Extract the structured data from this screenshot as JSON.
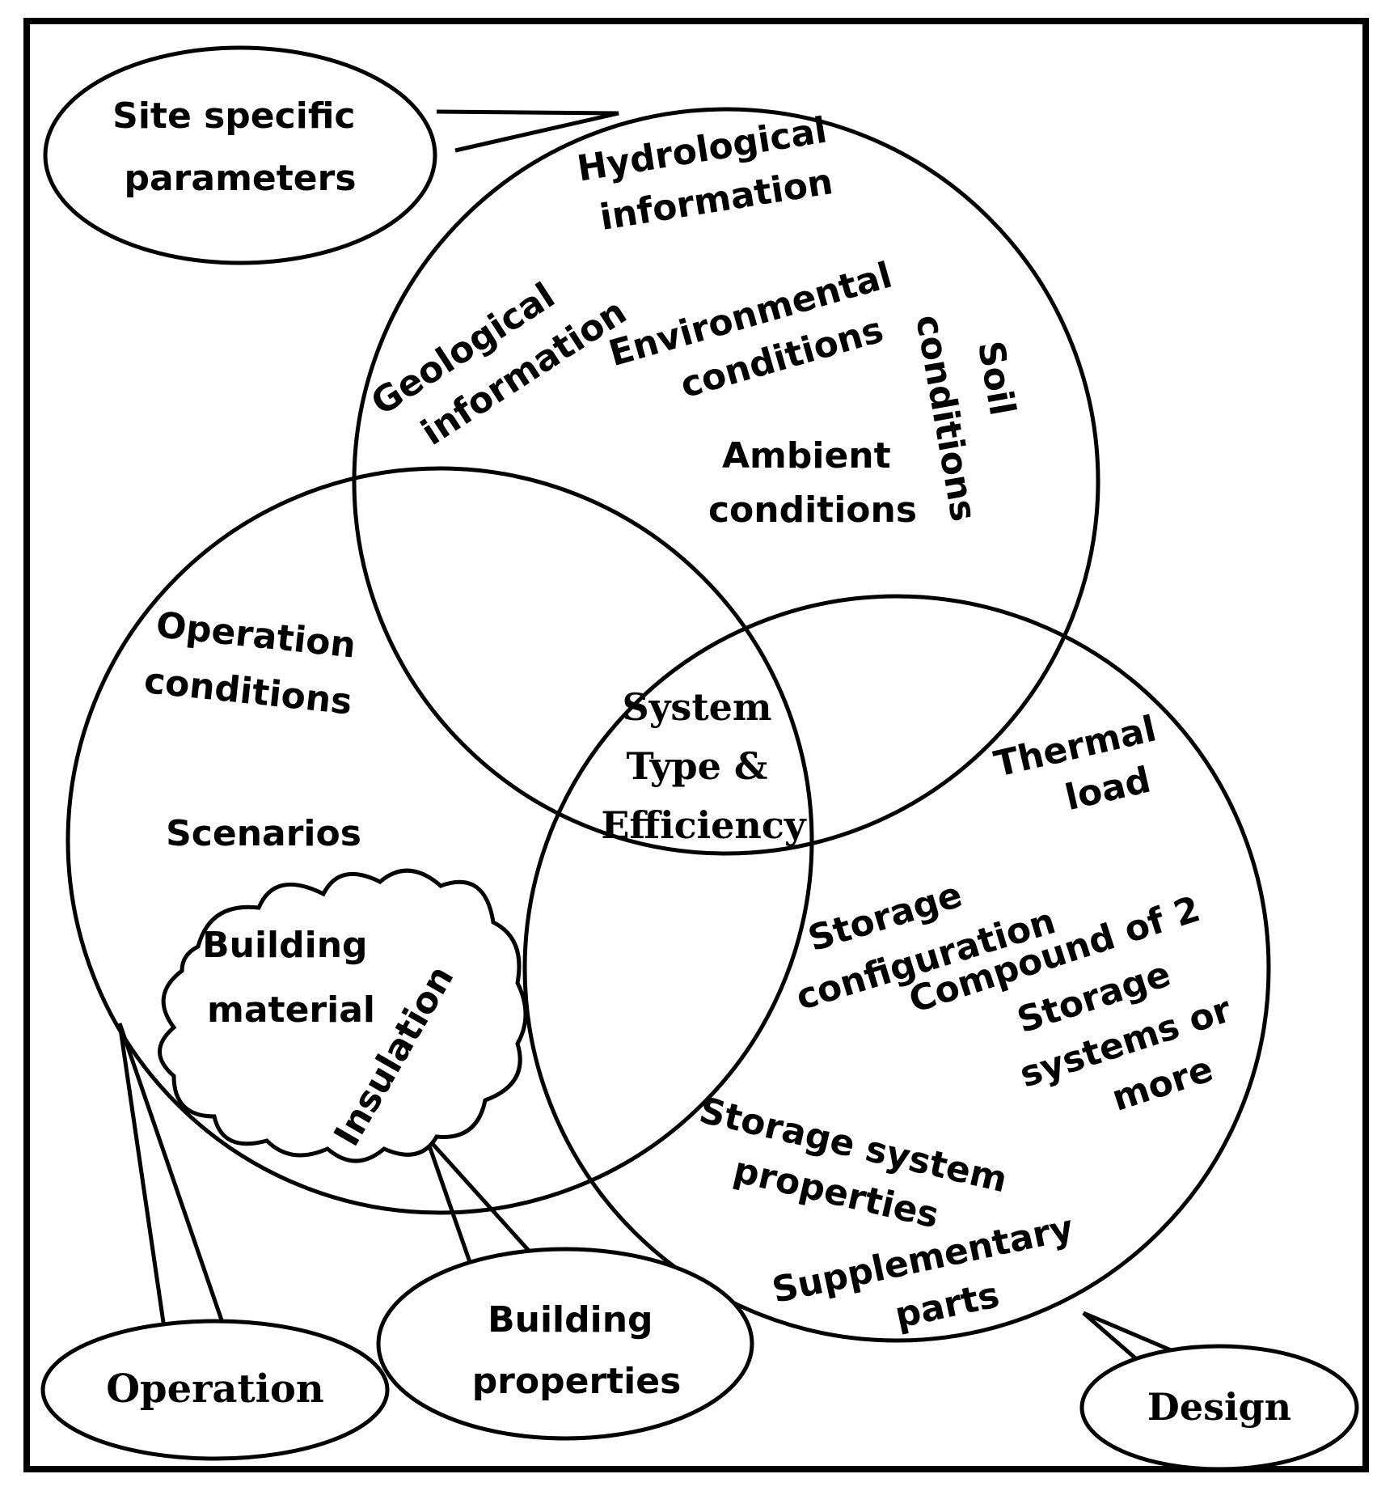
{
  "callouts": {
    "site_specific": [
      "Site specific",
      "parameters"
    ],
    "operation": "Operation",
    "building_properties": [
      "Building",
      "properties"
    ],
    "design": "Design"
  },
  "site_circle": {
    "hydrological": [
      "Hydrological",
      "information"
    ],
    "geological": [
      "Geological",
      "information"
    ],
    "environmental": [
      "Environmental",
      "conditions"
    ],
    "soil": [
      "Soil",
      "conditions"
    ],
    "ambient": [
      "Ambient",
      "conditions"
    ]
  },
  "operation_circle": {
    "operation_conditions": [
      "Operation",
      "conditions"
    ],
    "scenarios": "Scenarios",
    "building_material": [
      "Building",
      "material"
    ],
    "insulation": "Insulation"
  },
  "center": [
    "System",
    "Type &",
    "Efficiency"
  ],
  "design_circle": {
    "thermal_load": [
      "Thermal",
      "load"
    ],
    "storage_configuration": [
      "Storage",
      "configuration"
    ],
    "compound": [
      "Compound of 2",
      "Storage",
      "systems or",
      "more"
    ],
    "storage_system_properties": [
      "Storage system",
      "properties"
    ],
    "supplementary": [
      "Supplementary",
      "parts"
    ]
  }
}
